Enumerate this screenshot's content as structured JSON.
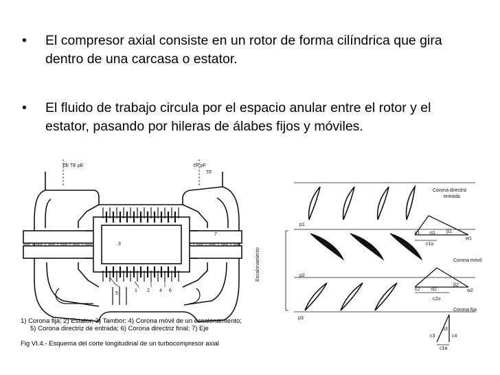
{
  "bullets": [
    {
      "marker": "•",
      "text": "El compresor axial consiste en un rotor de forma cilíndrica que gira dentro de una carcasa o estator."
    },
    {
      "marker": "•",
      "text": "El fluido de trabajo circula por el espacio anular entre el rotor y el estator, pasando por hileras de álabes fijos y móviles."
    }
  ],
  "left_figure": {
    "labels": {
      "inlet_top": "c̅E  TE  pE",
      "outlet_top": "c̅F  pF",
      "outlet_t": "TF",
      "n1": "1",
      "n2": "2",
      "n3": "3",
      "n4": "4",
      "n5": "5",
      "n6": "6",
      "n7": "7"
    },
    "caption": [
      "1) Corona fija; 2) Estator; 3) Tambor; 4) Corona móvil de un escalonamiento;",
      "5) Corona directriz de entrada; 6) Corona directriz final; 7) Eje",
      "Fig VI.4.- Esquema del corte longitudinal de un turbocompresor axial"
    ]
  },
  "right_figure": {
    "labels": {
      "corona_directriz": "Corona directriz",
      "entrada": "entrada",
      "corona_movil": "Corona móvil",
      "corona_fija": "Corona fija",
      "escalonamiento": "Escalonamiento",
      "p1": "p1",
      "p2": "p2",
      "p3": "p3",
      "c1": "c1",
      "w1": "w1",
      "alpha1": "α1",
      "beta1": "β1",
      "c1u": "c1u",
      "c2": "c2",
      "w2": "w2",
      "alpha2": "α2",
      "beta2": "β2",
      "c2u": "c2u",
      "c3": "c3",
      "c4": "c4",
      "alpha3": "α3",
      "c1a": "c1a"
    }
  }
}
